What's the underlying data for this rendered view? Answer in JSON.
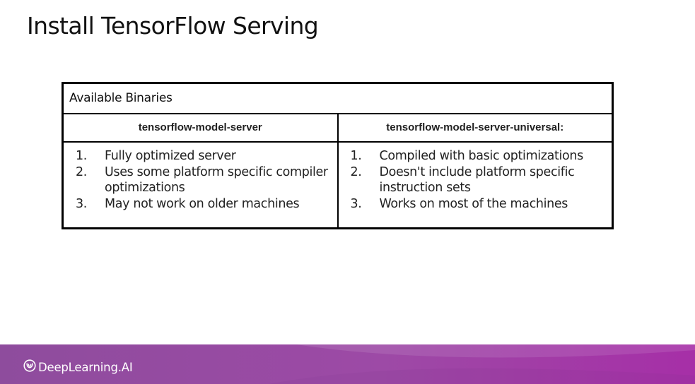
{
  "slide": {
    "title": "Install TensorFlow Serving"
  },
  "table": {
    "caption": "Available Binaries",
    "columns": [
      {
        "header": "tensorflow-model-server",
        "items": [
          {
            "number": "1.",
            "text": "Fully optimized server"
          },
          {
            "number": "2.",
            "text": "Uses some platform specific compiler optimizations"
          },
          {
            "number": "3.",
            "text": "May not work on older machines"
          }
        ]
      },
      {
        "header": "tensorflow-model-server-universal:",
        "items": [
          {
            "number": "1.",
            "text": "Compiled with basic optimizations"
          },
          {
            "number": "2.",
            "text": "Doesn't include platform specific instruction sets"
          },
          {
            "number": "3.",
            "text": "Works on most of the machines"
          }
        ]
      }
    ]
  },
  "footer": {
    "brand": "DeepLearning.AI",
    "brand_icon": "deeplearning-logo-icon",
    "gradient_colors": [
      "#8e4c9d",
      "#9d4aa6",
      "#a62fa7"
    ]
  }
}
